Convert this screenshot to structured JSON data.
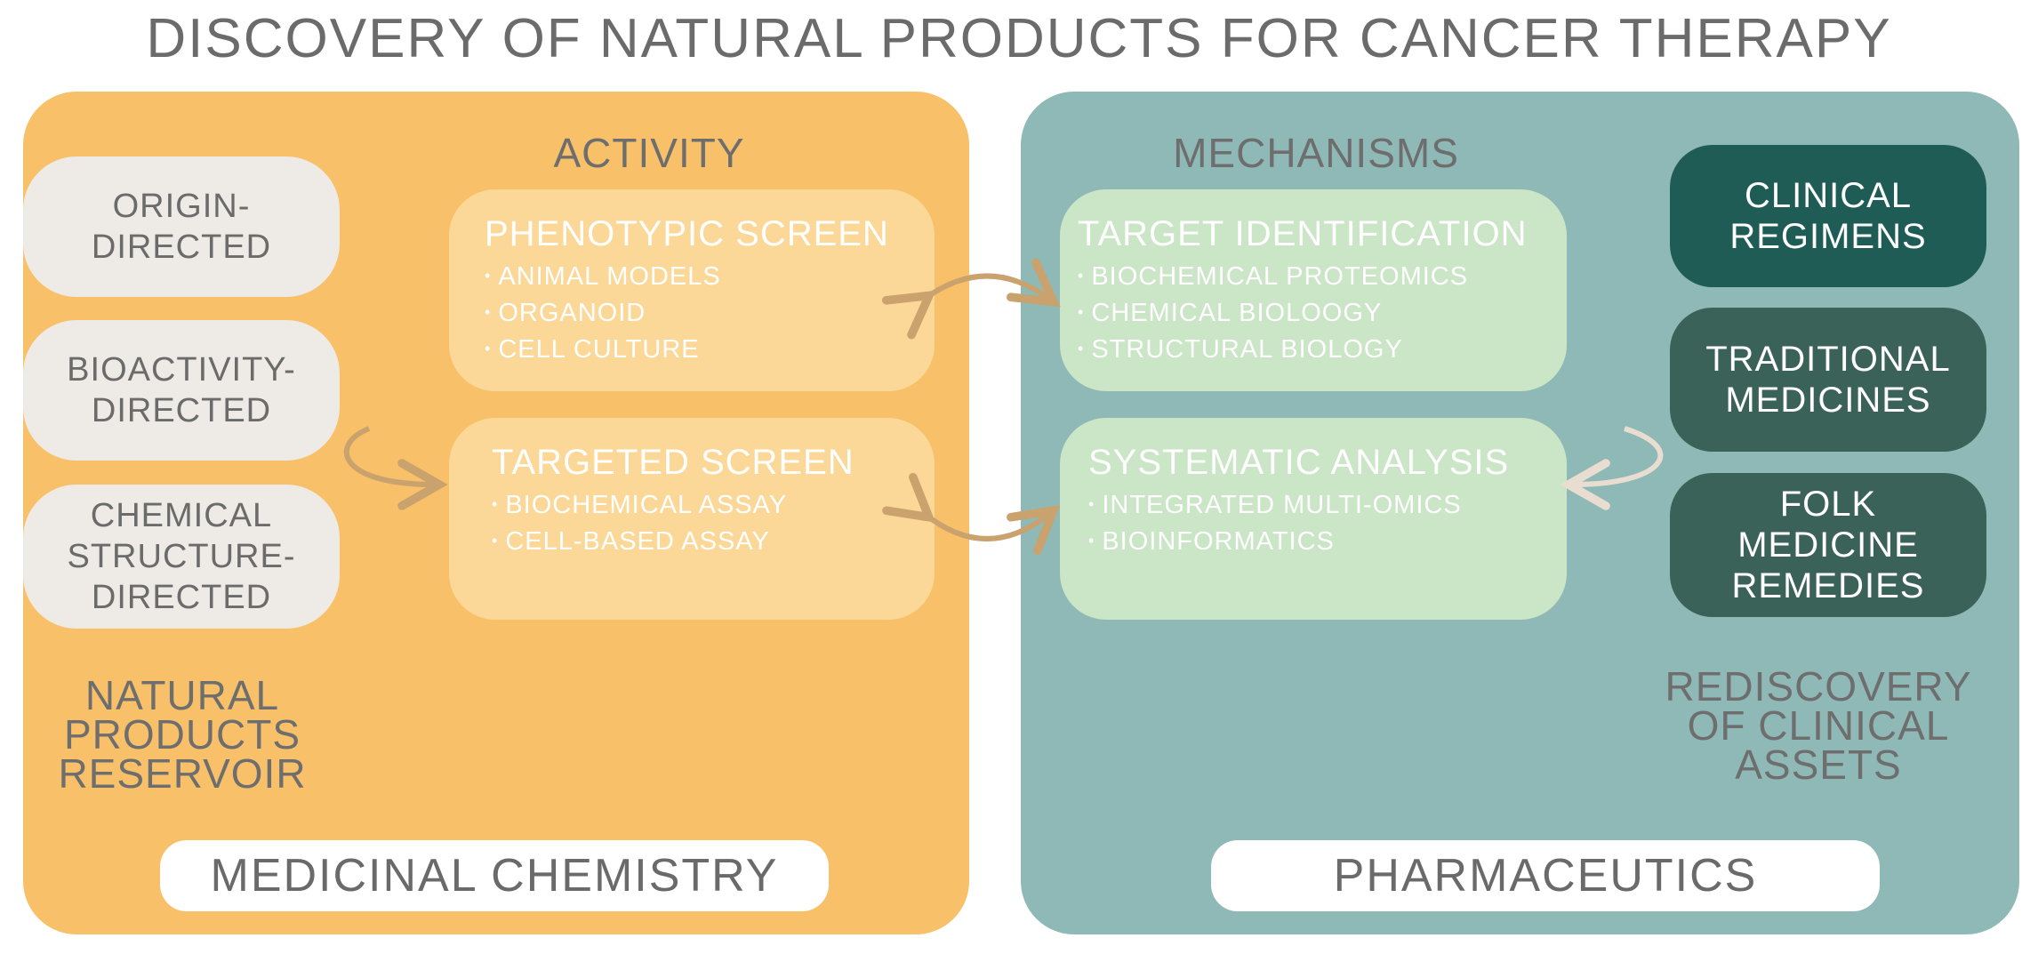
{
  "title": "DISCOVERY OF NATURAL PRODUCTS FOR CANCER THERAPY",
  "left_panel": {
    "sources": [
      "ORIGIN-\nDIRECTED",
      "BIOACTIVITY-\nDIRECTED",
      "CHEMICAL\nSTRUCTURE-\nDIRECTED"
    ],
    "reservoir_label": "NATURAL\nPRODUCTS\nRESERVOIR",
    "activity_heading": "ACTIVITY",
    "phenotypic": {
      "title": "PHENOTYPIC SCREEN",
      "items": [
        "ANIMAL MODELS",
        "ORGANOID",
        "CELL CULTURE"
      ]
    },
    "targeted": {
      "title": "TARGETED SCREEN",
      "items": [
        "BIOCHEMICAL ASSAY",
        "CELL-BASED ASSAY"
      ]
    },
    "bottom_label": "MEDICINAL CHEMISTRY"
  },
  "right_panel": {
    "mechanisms_heading": "MECHANISMS",
    "target_id": {
      "title": "TARGET IDENTIFICATION",
      "items": [
        "BIOCHEMICAL PROTEOMICS",
        "CHEMICAL BIOLOOGY",
        "STRUCTURAL BIOLOGY"
      ]
    },
    "systematic": {
      "title": "SYSTEMATIC ANALYSIS",
      "items": [
        "INTEGRATED MULTI-OMICS",
        "BIOINFORMATICS"
      ]
    },
    "assets": [
      "CLINICAL\nREGIMENS",
      "TRADITIONAL\nMEDICINES",
      "FOLK\nMEDICINE\nREMEDIES"
    ],
    "rediscovery_label": "REDISCOVERY\nOF CLINICAL\nASSETS",
    "bottom_label": "PHARMACEUTICS"
  },
  "colors": {
    "left_panel": "#f8c169",
    "right_panel": "#8fb9b6",
    "arrow": "#c9a26e",
    "asset_dark": "#1e5c55",
    "asset_mid": "#3b6258"
  }
}
